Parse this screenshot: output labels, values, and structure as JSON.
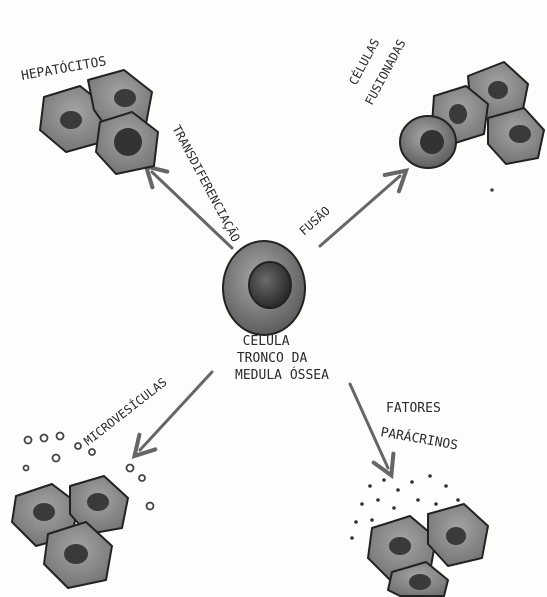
{
  "center_label": [
    "CÉLULA",
    "TRONCO DA",
    "MEDULA ÓSSEA"
  ],
  "labels": {
    "hepatocitos": "HEPATÓCITOS",
    "celulas_fusionadas": [
      "CÉLULAS",
      "FUSIONADAS"
    ],
    "transdiferenciacao": "TRANSDIFERENCIAÇÃO",
    "fusao": "FUSÃO",
    "microvesiculas": "MICROVESÍCULAS",
    "fatores_paracrinos": [
      "FATORES",
      "PARÁCRINOS"
    ]
  },
  "colors": {
    "hepatocyte_fill": "#8a8a8a",
    "hepatocyte_dark": "#5a5a5a",
    "nucleus_fill": "#3a3a3a",
    "arrow": "#6a6a6a",
    "stem_cell": "#777777",
    "stem_nucleus": "#3c3c3c"
  }
}
